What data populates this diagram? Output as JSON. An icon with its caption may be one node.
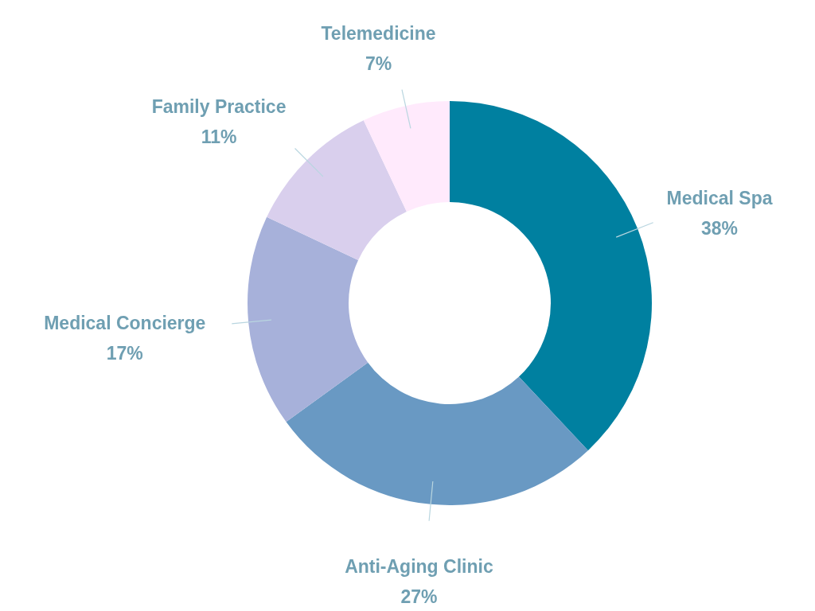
{
  "diagram": {
    "chart_data": {
      "type": "donut",
      "categories": [
        "Medical Spa",
        "Anti-Aging Clinic",
        "Medical Concierge",
        "Family Practice",
        "Telemedicine"
      ],
      "series": [
        {
          "values": [
            38,
            27,
            17,
            11,
            7
          ]
        }
      ],
      "colors": [
        "#0080a0",
        "#6999c3",
        "#a7b1da",
        "#d9cfed",
        "#ffeafc"
      ],
      "value_labels": [
        "38%",
        "27%",
        "17%",
        "11%",
        "7%"
      ]
    }
  }
}
